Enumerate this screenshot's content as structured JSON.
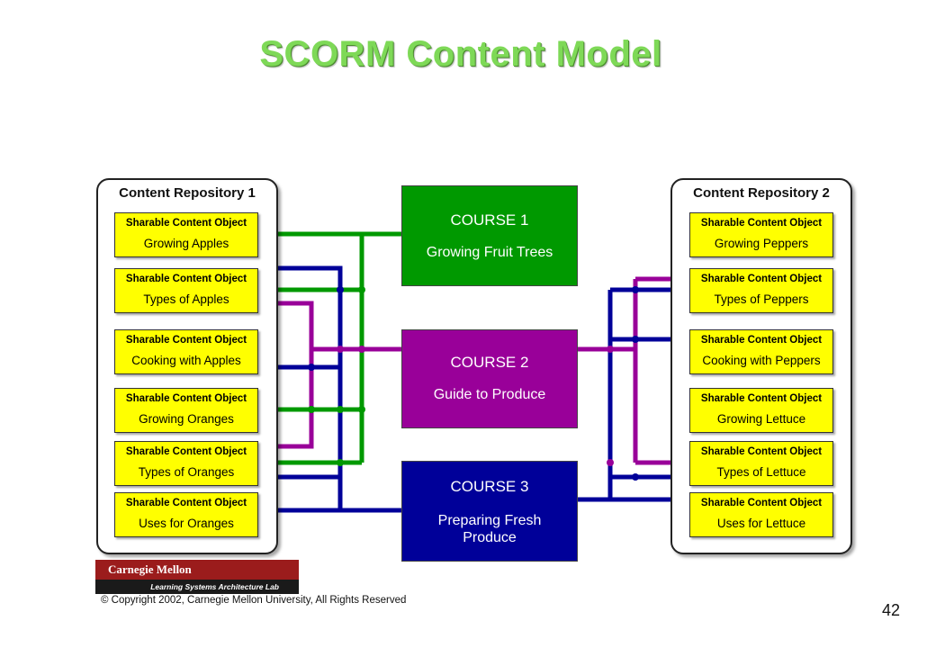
{
  "title": "SCORM Content Model",
  "sco_header": "Sharable Content Object",
  "repositories": [
    {
      "title": "Content Repository 1",
      "items": [
        "Growing Apples",
        "Types of Apples",
        "Cooking with Apples",
        "Growing Oranges",
        "Types of Oranges",
        "Uses for Oranges"
      ]
    },
    {
      "title": "Content Repository 2",
      "items": [
        "Growing Peppers",
        "Types of Peppers",
        "Cooking with Peppers",
        "Growing Lettuce",
        "Types of Lettuce",
        "Uses for Lettuce"
      ]
    }
  ],
  "courses": [
    {
      "number": "COURSE 1",
      "name": "Growing Fruit Trees",
      "color": "#009900"
    },
    {
      "number": "COURSE 2",
      "name": "Guide to Produce",
      "color": "#990099"
    },
    {
      "number": "COURSE 3",
      "name_line1": "Preparing Fresh",
      "name_line2": "Produce",
      "color": "#000099"
    }
  ],
  "logo": {
    "name": "Carnegie Mellon",
    "lab": "Learning Systems Architecture Lab"
  },
  "copyright": "© Copyright 2002, Carnegie Mellon University, All Rights Reserved",
  "page_number": "42"
}
